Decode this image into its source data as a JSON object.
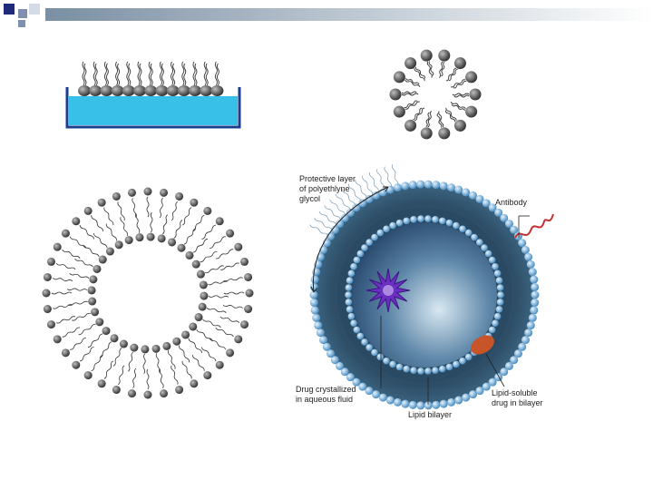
{
  "colors": {
    "header_gradient_start": "#7a8fa3",
    "header_gradient_end": "#ffffff",
    "square_dark": "#1f2b7a",
    "square_mid": "#7f8fb0",
    "square_light": "#d4dae6",
    "water": "#39c0e8",
    "trough_edge": "#1b3f8f",
    "lipid_head": "#4a4a4a",
    "liposome_core": "#2c5377",
    "liposome_head": "#6eb0dc",
    "drug_crystal": "#6a2fc0",
    "lipid_drug": "#c8542a",
    "antibody": "#c23030"
  },
  "icons": [
    "monolayer-icon",
    "micelle-icon",
    "bilayer-vesicle-icon",
    "liposome-icon"
  ],
  "annotations": {
    "peg_line1": "Protective layer",
    "peg_line2": "of polyethlyne",
    "peg_line3": "glycol",
    "antibody": "Antibody",
    "drug_line1": "Drug crystallized",
    "drug_line2": "in aqueous fluid",
    "bilayer": "Lipid bilayer",
    "lipid_drug_line1": "Lipid-soluble",
    "lipid_drug_line2": "drug in bilayer"
  }
}
